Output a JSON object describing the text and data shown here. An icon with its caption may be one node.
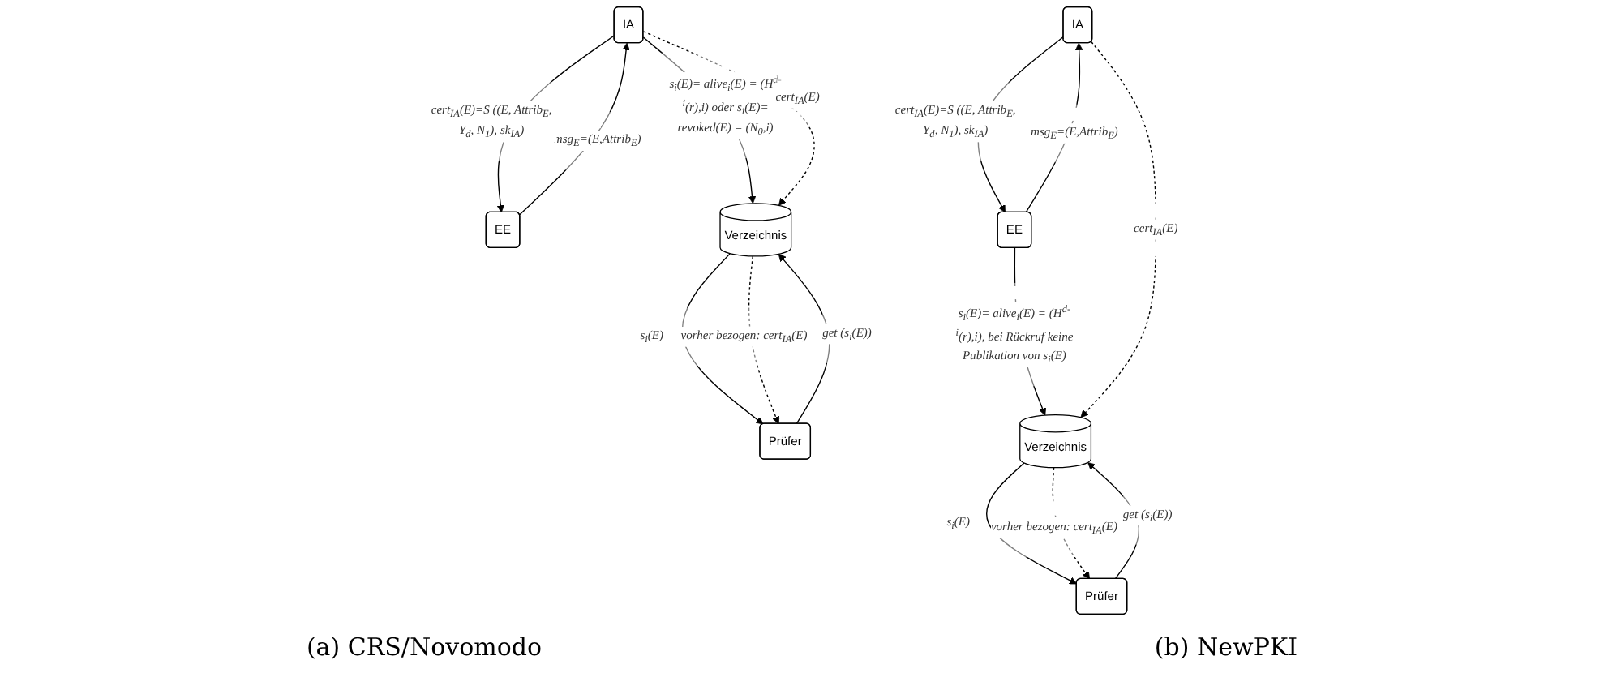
{
  "diagram": {
    "nodes": [
      {
        "text": [
          "IA"
        ]
      },
      {
        "text": [
          "EE"
        ]
      },
      {
        "text": [
          "Verzeichnis"
        ]
      },
      {
        "text": [
          "Prüfer"
        ]
      },
      {
        "text": [
          "IA"
        ]
      },
      {
        "text": [
          "EE"
        ]
      },
      {
        "text": [
          "Verzeichnis"
        ]
      },
      {
        "text": [
          "Prüfer"
        ]
      }
    ],
    "edges": [
      {
        "from": 1,
        "to": 0,
        "arrow": "to",
        "label": "msg$_{E}$=(E,Attrib$_{E}$)"
      },
      {
        "from": 0,
        "to": 1,
        "arrow": "to",
        "label": "cert$_{IA}$(E)=S ((E, Attrib$_{E}$, Y$_{d}$, N$_{1}$), sk$_{IA}$)"
      },
      {
        "from": 0,
        "to": 2,
        "arrow": "to",
        "label": "s$_{i}$(E)= alive$_{i}$(E) = (H$^{d-i}$(r),i) oder s$_{i}$(E)= revoked(E) = (N$_{0}$,i)"
      },
      {
        "from": 0,
        "to": 2,
        "arrow": "to",
        "style": "dashed",
        "label": "cert$_{IA}$(E)"
      },
      {
        "from": 2,
        "to": 3,
        "arrow": "to",
        "label": "s$_{i}$(E)"
      },
      {
        "from": 3,
        "to": 2,
        "arrow": "to",
        "label": "get (s$_{i}$(E))"
      },
      {
        "from": 2,
        "to": 3,
        "arrow": "to",
        "style": "dashed",
        "label": "vorher bezogen: cert$_{IA}$(E)"
      },
      {
        "from": 5,
        "to": 4,
        "arrow": "to",
        "label": "msg$_{E}$=(E,Attrib$_{E}$)"
      },
      {
        "from": 4,
        "to": 5,
        "arrow": "to",
        "label": "cert$_{IA}$(E)=S ((E, Attrib$_{E}$, Y$_{d}$, N$_{1}$), sk$_{IA}$)"
      },
      {
        "from": 5,
        "to": 6,
        "arrow": "to",
        "label": "s$_{i}$(E)= alive$_{i}$(E) = (H$^{d-i}$(r),i), bei Rückruf keine Publikation von s$_{i}$(E)"
      },
      {
        "from": 4,
        "to": 6,
        "arrow": "to",
        "style": "dashed",
        "label": "cert$_{IA}$(E)"
      },
      {
        "from": 6,
        "to": 7,
        "arrow": "to",
        "label": "s$_{i}$(E)"
      },
      {
        "from": 7,
        "to": 6,
        "arrow": "to",
        "label": "get (s$_{i}$(E))"
      },
      {
        "from": 6,
        "to": 7,
        "arrow": "to",
        "style": "dashed",
        "label": "vorher bezogen: cert$_{IA}$(E)"
      }
    ],
    "labels": [
      "(a) CRS/Novomodo",
      "(b) NewPKI"
    ]
  }
}
